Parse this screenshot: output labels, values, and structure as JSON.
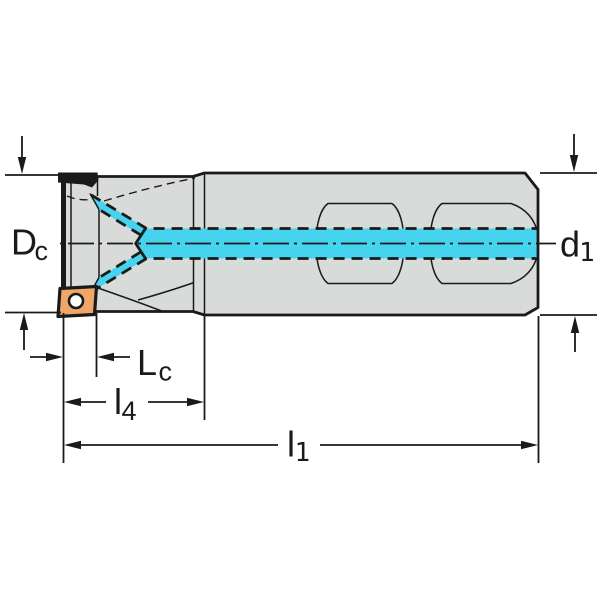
{
  "title": "Shoulder milling cutter dimension drawing",
  "labels": {
    "dc": {
      "main": "D",
      "sub": "c"
    },
    "d1": {
      "main": "d",
      "sub": "1"
    },
    "lc": {
      "main": "L",
      "sub": "c"
    },
    "l4": {
      "main": "l",
      "sub": "4"
    },
    "l1": {
      "main": "l",
      "sub": "1"
    }
  },
  "colors": {
    "line": "#1a1a1a",
    "body_fill": "#d8dbda",
    "coolant": "#46d3ee",
    "insert": "#f0a668",
    "background": "#ffffff"
  }
}
